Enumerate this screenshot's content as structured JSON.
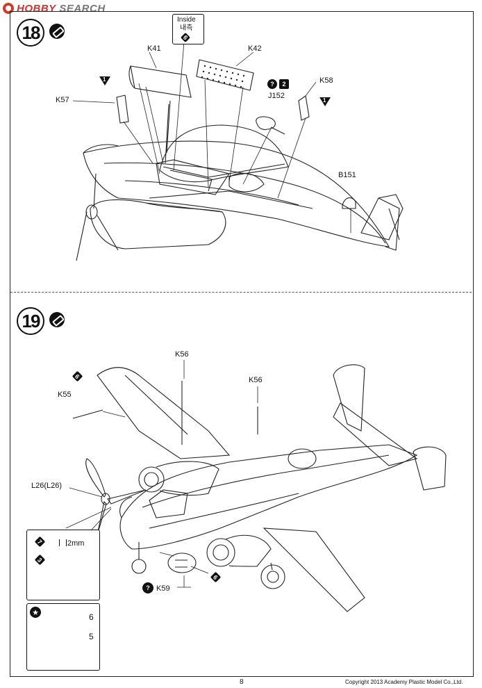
{
  "header": {
    "site_logo_a": "HOBBY",
    "site_logo_b": "SEARCH"
  },
  "step18": {
    "number": "18",
    "inside_label_en": "Inside",
    "inside_label_kr": "내측",
    "inside_badge": "6",
    "parts": {
      "k41": "K41",
      "k42": "K42",
      "k57": "K57",
      "k58": "K58",
      "j152": "J152",
      "b151": "B151"
    },
    "marks": {
      "k57_tri": "1",
      "k58_tri": "1",
      "j152_q": "?",
      "j152_badge": "2"
    }
  },
  "step19": {
    "number": "19",
    "parts": {
      "k56_a": "K56",
      "k56_b": "K56",
      "k55": "K55",
      "l26": "L26(L26)",
      "k59": "K59"
    },
    "marks": {
      "k55_badge": "6",
      "k59_q": "?",
      "k59_badge": "6"
    },
    "prop_box": {
      "badge_top": "7",
      "dimension": "2mm",
      "badge_bottom": "3"
    },
    "decal_box": {
      "decal_a": "6",
      "decal_b": "5"
    }
  },
  "footer": {
    "page_number": "8",
    "copyright": "Copyright 2013 Academy Plastic Model Co.,Ltd."
  },
  "colors": {
    "ink": "#111111",
    "logo_red": "#d43a2a"
  }
}
